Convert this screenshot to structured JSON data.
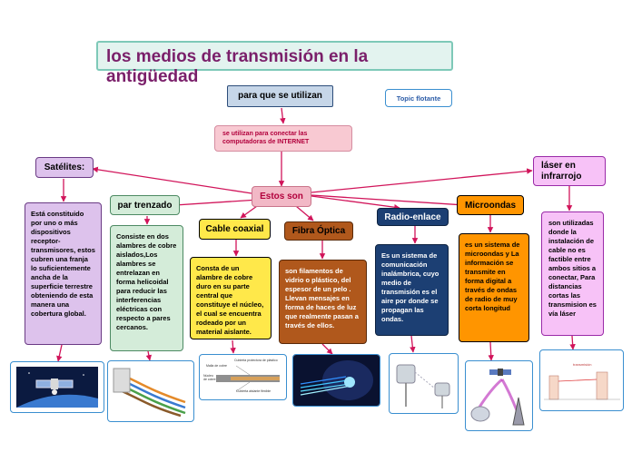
{
  "title": "los medios de transmisión en la antigüedad",
  "para": "para que se utilizan",
  "floating": "Topic flotante",
  "connect": "se utilizan para conectar las computadoras de INTERNET",
  "central": "Estos son",
  "satelites": {
    "label": "Satélites:",
    "desc": "Está constituido por uno o más dispositivos receptor-transmisores, estos cubren una franja lo suficientemente ancha de la superficie terrestre obteniendo de esta manera una cobertura global."
  },
  "par": {
    "label": "par trenzado",
    "desc": "Consiste en dos alambres de cobre aislados,Los alambres se entrelazan en forma helicoidal para reducir las interferencias eléctricas con respecto a pares cercanos."
  },
  "coaxial": {
    "label": "Cable coaxial",
    "desc": "Consta de un alambre de cobre duro en su parte central que constituye el núcleo, el cual se encuentra rodeado por un material aislante."
  },
  "fibra": {
    "label": "Fibra Óptica",
    "desc": "son filamentos de vidrio o plástico, del espesor de un pelo . Llevan mensajes en forma de haces de luz que realmente pasan a través de ellos."
  },
  "radio": {
    "label": "Radio-enlace",
    "desc": "Es un sistema de comunicación inalámbrica, cuyo medio de transmisión es el aire por donde se propagan las ondas."
  },
  "micro": {
    "label": "Microondas",
    "desc": "es un sistema de microondas y La información se transmite en forma digital a través de ondas de radio de muy corta longitud"
  },
  "laser": {
    "label": "láser en infrarrojo",
    "desc": "son utilizadas donde la instalación de cable no es factible entre ambos sitios a conectar, Para distancias cortas las transmision es vía láser"
  },
  "coax_diagram": {
    "l1": "Cubierta protectora de plástico",
    "l2": "Malla de cobre",
    "l3": "Núcleo de cobre",
    "l4": "Cubierta aislante flexible"
  },
  "laser_diagram": {
    "l1": "transmisión"
  },
  "colors": {
    "arrow": "#d1145a",
    "connect_bg": "#f8c9d2",
    "central_bg": "#f2b8c6",
    "satelite_bg": "#ddc2ec",
    "par_bg": "#d4ecd9",
    "coaxial_bg": "#ffe84a",
    "fibra_bg": "#b0581c",
    "radio_bg": "#1c3f73",
    "micro_bg": "#ff9500",
    "laser_bg": "#f7c2f7"
  }
}
